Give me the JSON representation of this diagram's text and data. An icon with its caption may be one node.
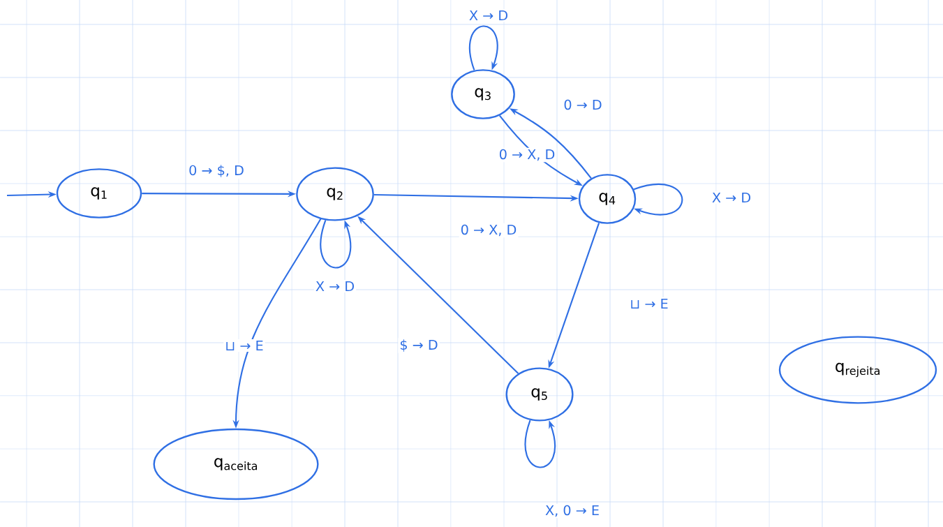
{
  "diagram": {
    "nodes": [
      {
        "text": [
          "q$_{1}$"
        ]
      },
      {
        "text": [
          "q$_{2}$"
        ]
      },
      {
        "text": [
          "q$_{3}$"
        ]
      },
      {
        "text": [
          "q$_{4}$"
        ]
      },
      {
        "text": [
          "q$_{5}$"
        ]
      },
      {
        "text": [
          "q$_{aceita}$"
        ]
      },
      {
        "text": [
          "q$_{rejeita}$"
        ]
      }
    ],
    "edges": [
      {
        "from": null,
        "to": 0,
        "arrow": "to"
      },
      {
        "from": 0,
        "to": 1,
        "arrow": "to",
        "label": "0 → $, D"
      },
      {
        "from": 1,
        "to": 3,
        "arrow": "to",
        "label": "0 → X, D"
      },
      {
        "from": 1,
        "to": 1,
        "arrow": "to",
        "label": "X → D"
      },
      {
        "from": 1,
        "to": 5,
        "arrow": "to",
        "label": "⊔ → E"
      },
      {
        "from": 2,
        "to": 2,
        "arrow": "to",
        "label": "X → D"
      },
      {
        "from": 3,
        "to": 2,
        "arrow": "to",
        "label": "0 → D"
      },
      {
        "from": 2,
        "to": 3,
        "arrow": "to",
        "label": "0 → X, D"
      },
      {
        "from": 3,
        "to": 3,
        "arrow": "to",
        "label": "X → D"
      },
      {
        "from": 3,
        "to": 4,
        "arrow": "to",
        "label": "⊔ → E"
      },
      {
        "from": 4,
        "to": 1,
        "arrow": "to",
        "label": "$ → D"
      },
      {
        "from": 4,
        "to": 4,
        "arrow": "to",
        "label": "X, 0 → E"
      }
    ]
  }
}
